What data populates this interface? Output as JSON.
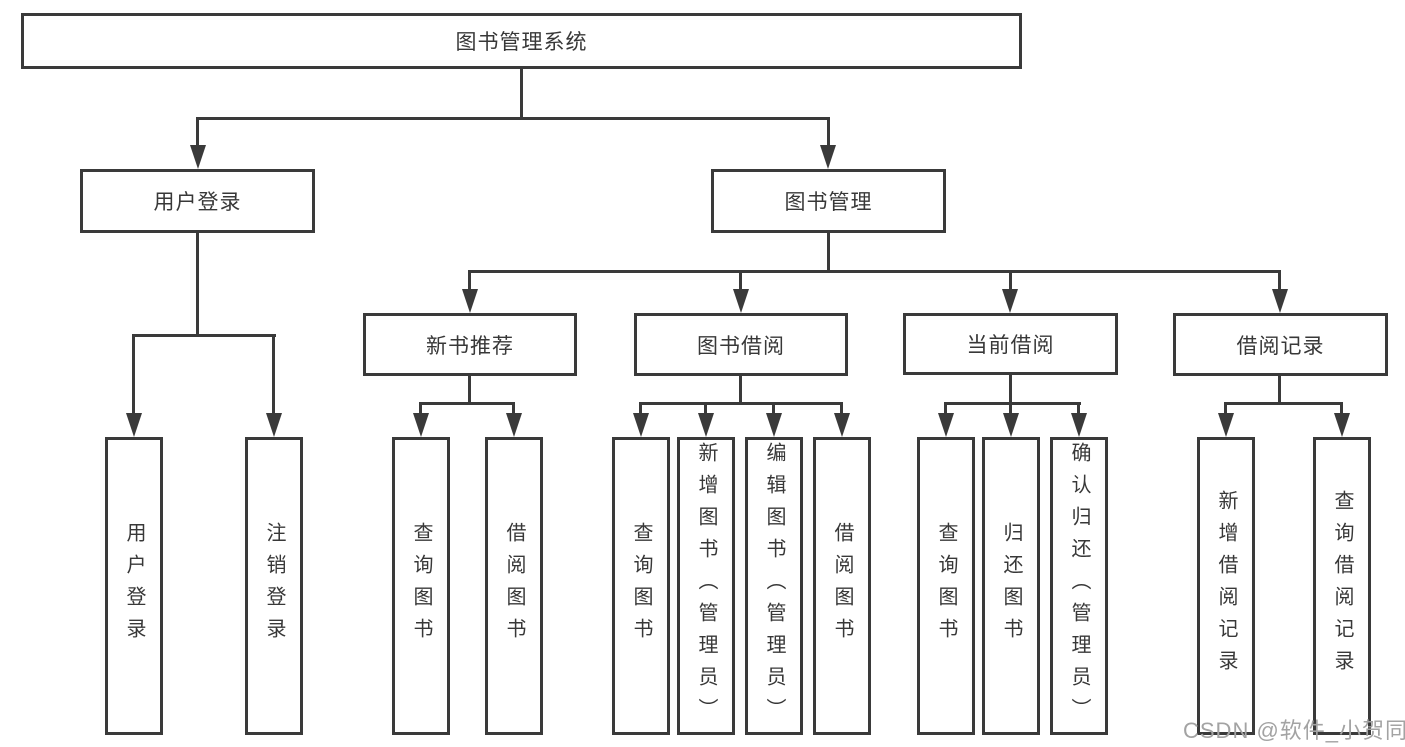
{
  "tree": {
    "root": {
      "label": "图书管理系统"
    },
    "branches": {
      "user_login": {
        "label": "用户登录",
        "children": {
          "login": {
            "label": "用户登录"
          },
          "logout": {
            "label": "注销登录"
          }
        }
      },
      "book_management": {
        "label": "图书管理",
        "sections": {
          "new_book_recommend": {
            "label": "新书推荐",
            "children": {
              "query_book": {
                "label": "查询图书"
              },
              "borrow_book": {
                "label": "借阅图书"
              }
            }
          },
          "book_borrow": {
            "label": "图书借阅",
            "children": {
              "query_book": {
                "label": "查询图书"
              },
              "add_book": {
                "label": "新增图书（管理员）"
              },
              "edit_book": {
                "label": "编辑图书（管理员）"
              },
              "borrow_book": {
                "label": "借阅图书"
              }
            }
          },
          "current_borrow": {
            "label": "当前借阅",
            "children": {
              "query_book": {
                "label": "查询图书"
              },
              "return_book": {
                "label": "归还图书"
              },
              "confirm_return": {
                "label": "确认归还（管理员）"
              }
            }
          },
          "borrow_records": {
            "label": "借阅记录",
            "children": {
              "add_record": {
                "label": "新增借阅记录"
              },
              "query_record": {
                "label": "查询借阅记录"
              }
            }
          }
        }
      }
    }
  },
  "watermark": {
    "text": "CSDN @软件_小贺同学"
  },
  "colors": {
    "line": "#3a3a3a",
    "text": "#383838",
    "watermark": "#a3a3a3",
    "background": "#ffffff"
  }
}
